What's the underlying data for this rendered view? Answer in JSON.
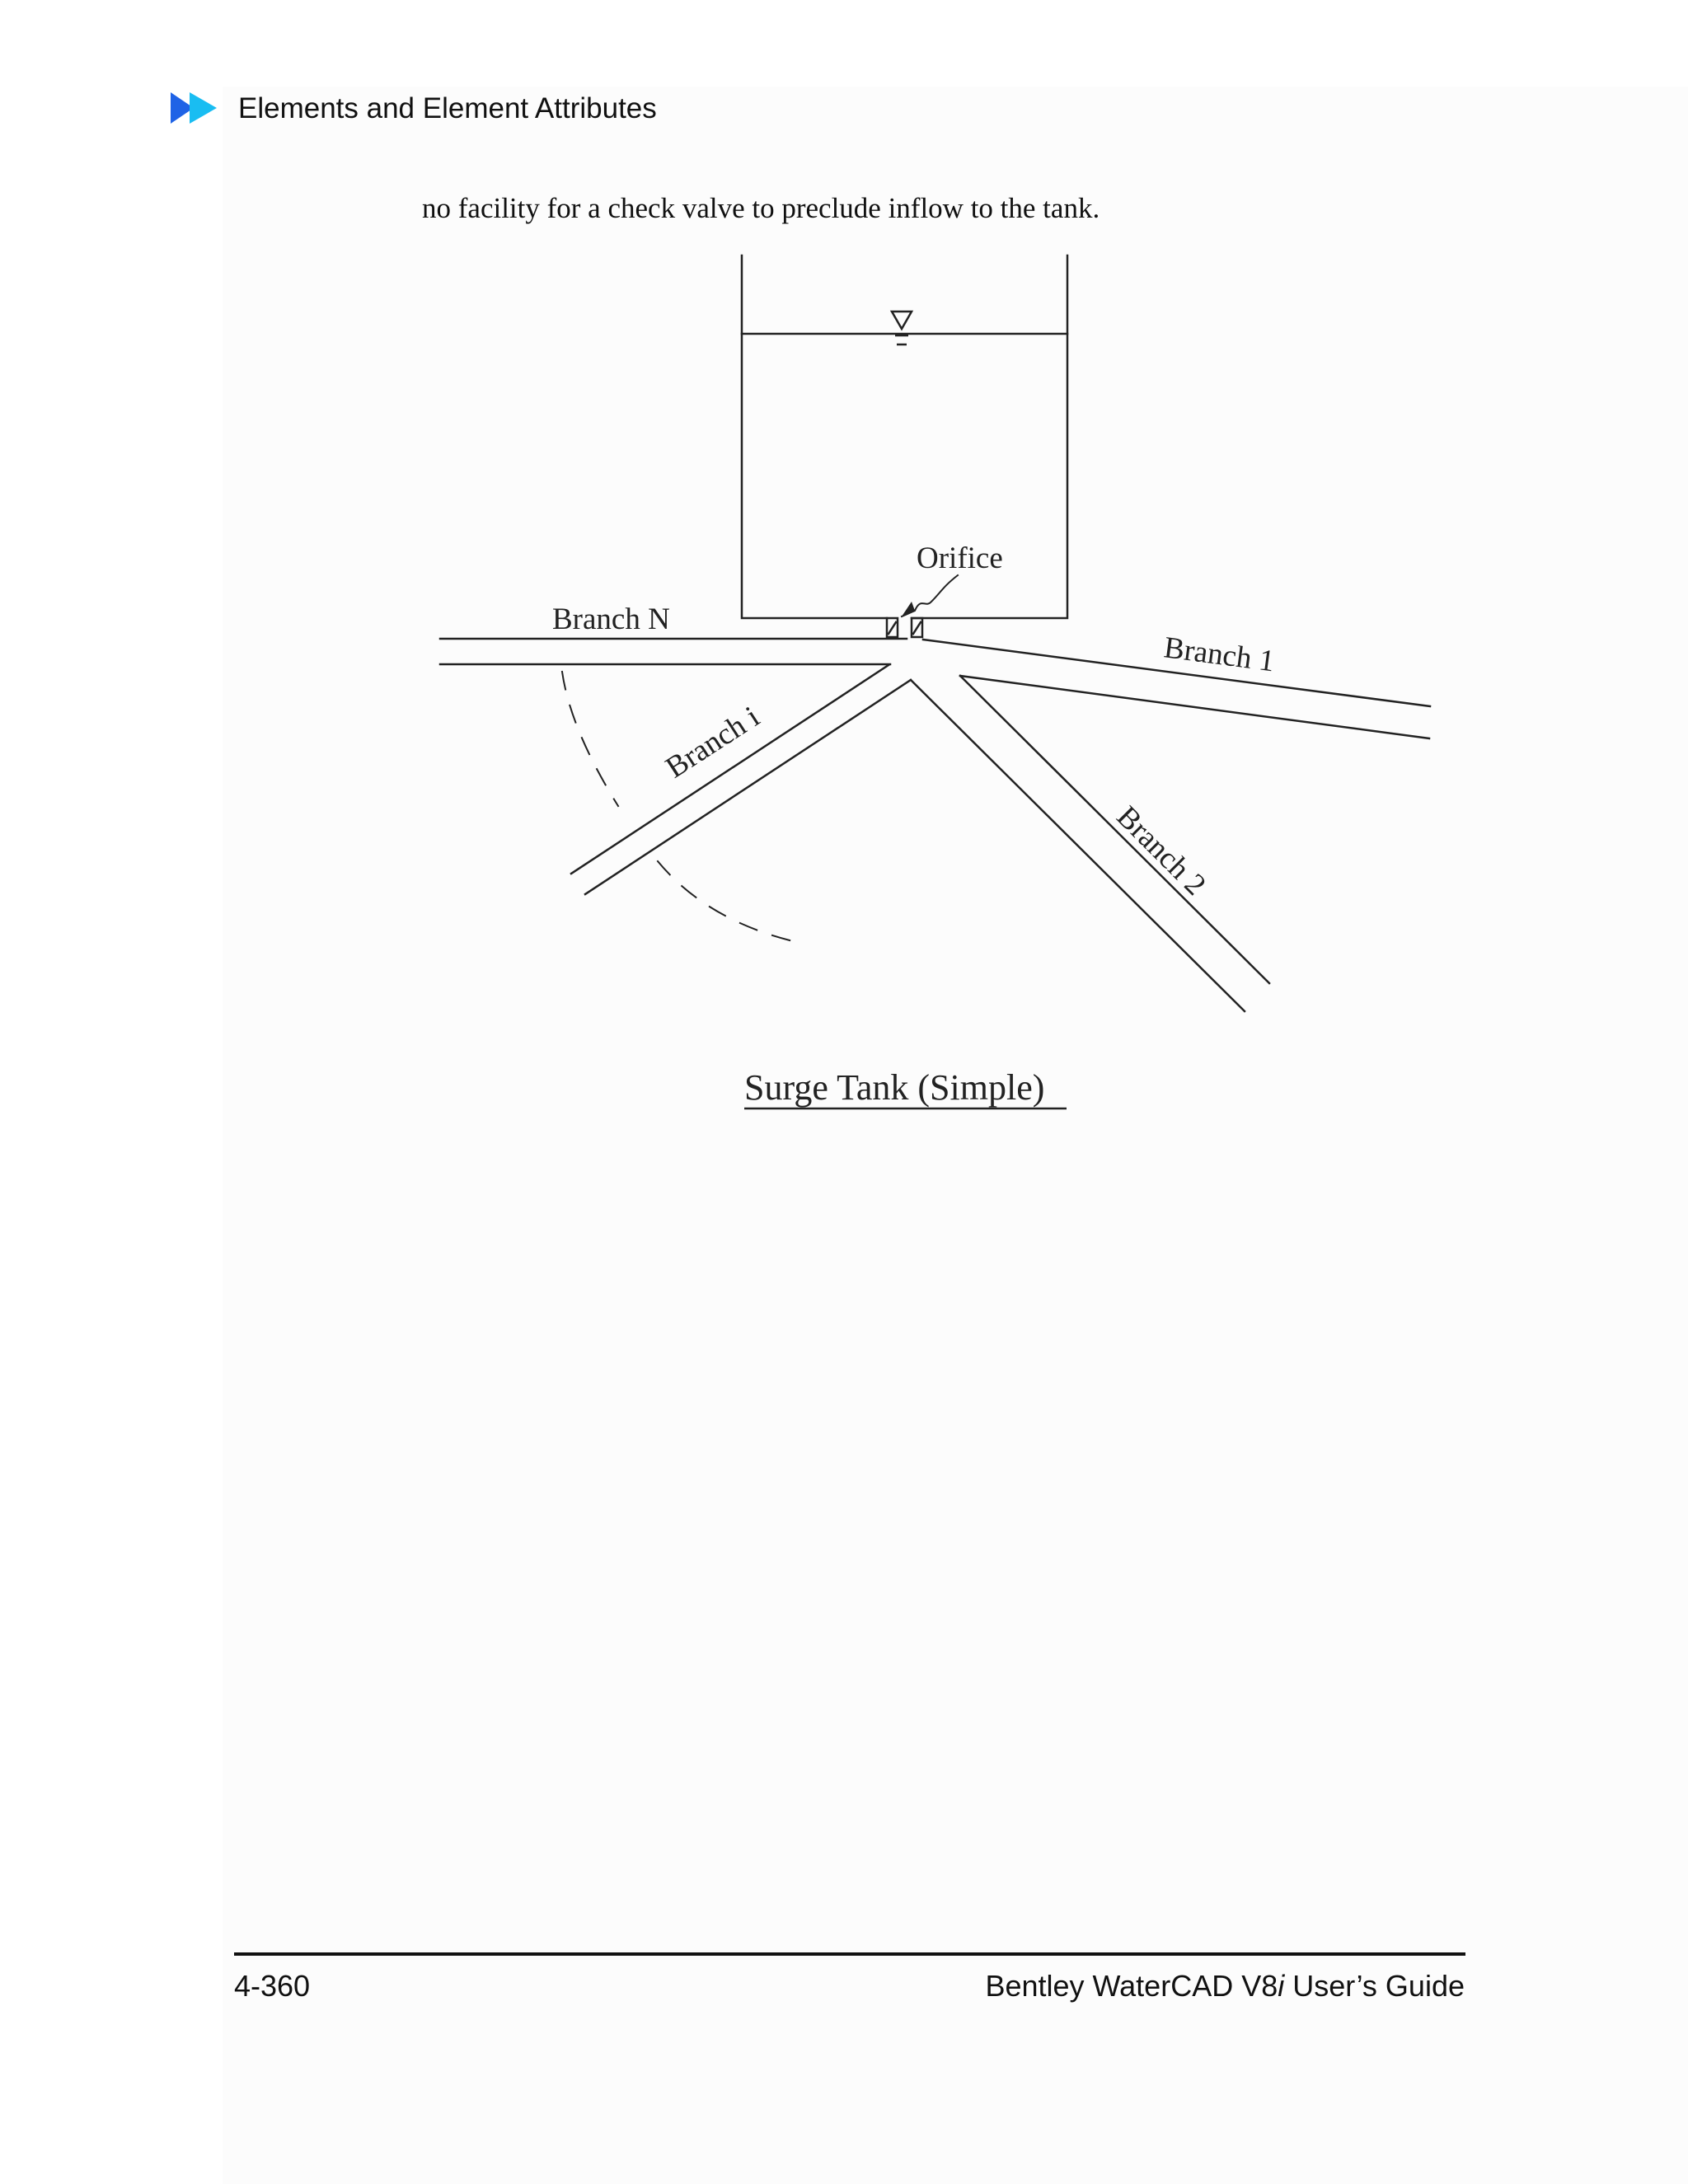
{
  "header": {
    "section_title": "Elements and Element Attributes",
    "icon": "double-chevron-right-icon"
  },
  "body": {
    "paragraph": "no facility for a check valve to preclude inflow to the tank."
  },
  "figure": {
    "caption": "Surge Tank (Simple)",
    "labels": {
      "orifice": "Orifice",
      "branch_n": "Branch N",
      "branch_1": "Branch 1",
      "branch_i": "Branch i",
      "branch_2": "Branch 2"
    },
    "water_level_symbol": "water-level-triangle-icon"
  },
  "footer": {
    "page_number": "4-360",
    "guide_prefix": "Bentley WaterCAD V8",
    "guide_italic": "i",
    "guide_suffix": " User’s Guide"
  },
  "colors": {
    "icon_dark_blue": "#1f63e6",
    "icon_light_blue": "#19bdf2",
    "text": "#111111",
    "line": "#222222"
  }
}
